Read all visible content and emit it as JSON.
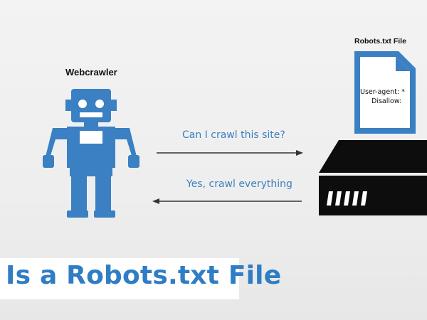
{
  "labels": {
    "webcrawler": "Webcrawler",
    "robots_file": "Robots.txt File"
  },
  "robots_file_contents": {
    "line1": "User-agent: *",
    "line2": "Disallow:"
  },
  "exchange": {
    "request": "Can I crawl this site?",
    "response": "Yes, crawl everything"
  },
  "title": "Is a Robots.txt File",
  "colors": {
    "robot_blue": "#3a80c2",
    "arrow_text_blue": "#3b7fc0",
    "title_blue": "#2f7dc4",
    "server_black": "#0d0d0d",
    "background": "#efefef"
  },
  "icons": {
    "robot": "robot-icon",
    "document": "document-icon",
    "server": "server-icon"
  }
}
